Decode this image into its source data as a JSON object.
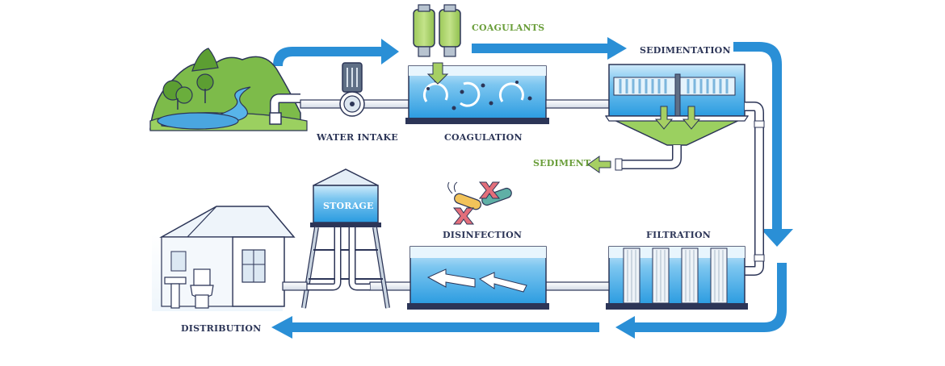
{
  "labels": {
    "coagulants": "COAGULANTS",
    "sedimentation": "SEDIMENTATION",
    "water_intake": "WATER INTAKE",
    "coagulation": "COAGULATION",
    "sediment": "SEDIMENT",
    "storage": "STORAGE",
    "disinfection": "DISINFECTION",
    "filtration": "FILTRATION",
    "distribution": "DISTRIBUTION"
  },
  "colors": {
    "flow_arrow": "#2a8fd6",
    "water_light": "#bfe2f7",
    "water_mid": "#58b4ea",
    "coagulant_green": "#a6cf63",
    "label_dark": "#2c3557",
    "label_green": "#6a9e3a",
    "hill_green": "#7dbb4a",
    "outline": "#2c3557"
  },
  "icons": [
    "hill-landscape-icon",
    "water-pump-icon",
    "coagulant-bottle-icon",
    "bacteria-icon",
    "x-mark-icon",
    "water-tower-icon",
    "house-icon",
    "toilet-icon",
    "sink-icon"
  ]
}
